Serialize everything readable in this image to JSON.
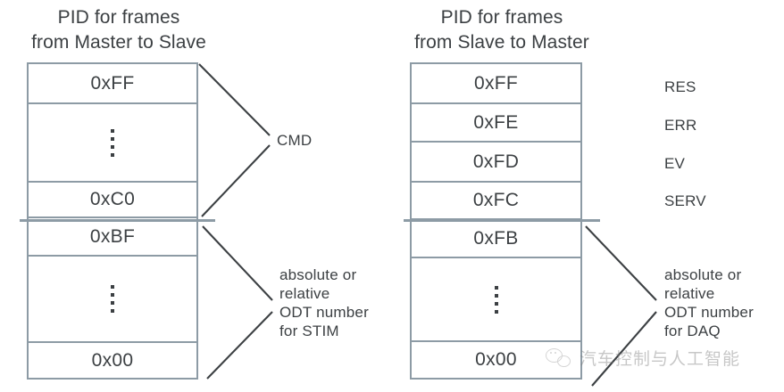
{
  "diagram": {
    "type": "xcp-pid-allocation-diagram",
    "left": {
      "title_lines": [
        "PID for frames",
        "from Master to Slave"
      ],
      "rows": [
        {
          "value": "0xFF",
          "kind": "value"
        },
        {
          "value": "",
          "kind": "ellipsis"
        },
        {
          "value": "0xC0",
          "kind": "value"
        },
        {
          "value": "0xBF",
          "kind": "value"
        },
        {
          "value": "",
          "kind": "ellipsis"
        },
        {
          "value": "0x00",
          "kind": "value"
        }
      ],
      "groups": [
        {
          "label_lines": [
            "CMD"
          ]
        },
        {
          "label_lines": [
            "absolute or",
            "relative",
            "ODT number",
            "for STIM"
          ]
        }
      ]
    },
    "right": {
      "title_lines": [
        "PID for frames",
        "from Slave to Master"
      ],
      "rows": [
        {
          "value": "0xFF",
          "kind": "value",
          "side_label": "RES"
        },
        {
          "value": "0xFE",
          "kind": "value",
          "side_label": "ERR"
        },
        {
          "value": "0xFD",
          "kind": "value",
          "side_label": "EV"
        },
        {
          "value": "0xFC",
          "kind": "value",
          "side_label": "SERV"
        },
        {
          "value": "0xFB",
          "kind": "value",
          "side_label": ""
        },
        {
          "value": "",
          "kind": "ellipsis",
          "side_label": ""
        },
        {
          "value": "0x00",
          "kind": "value",
          "side_label": ""
        }
      ],
      "groups": [
        {
          "label_lines": [
            "absolute or",
            "relative",
            "ODT number",
            "for DAQ"
          ]
        }
      ]
    },
    "watermark": {
      "text": "汽车控制与人工智能",
      "icon": "wechat-icon"
    },
    "colors": {
      "border": "#8d9ba5",
      "text": "#3c4043",
      "leader": "#3c4043",
      "background": "#ffffff"
    }
  }
}
